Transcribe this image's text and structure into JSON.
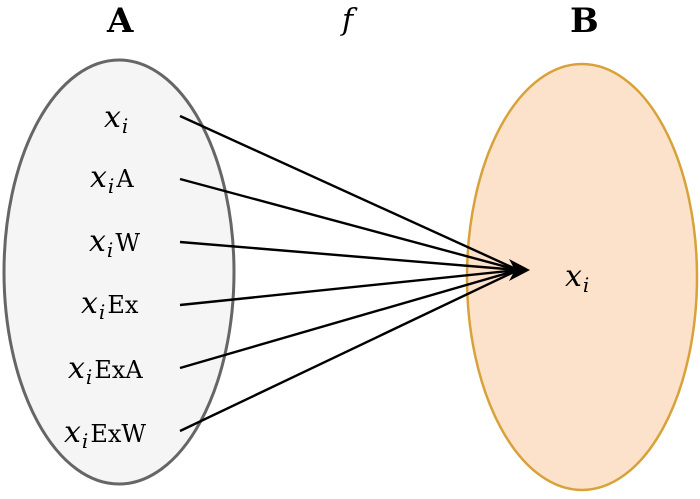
{
  "diagram": {
    "set_a": {
      "name": "A",
      "fill": "#f4f5f4",
      "stroke": "#666666",
      "elements": [
        {
          "var": "x",
          "sub": "i",
          "suffix": ""
        },
        {
          "var": "x",
          "sub": "i",
          "suffix": "A"
        },
        {
          "var": "x",
          "sub": "i",
          "suffix": "W"
        },
        {
          "var": "x",
          "sub": "i",
          "suffix": "Ex"
        },
        {
          "var": "x",
          "sub": "i",
          "suffix": "ExA"
        },
        {
          "var": "x",
          "sub": "i",
          "suffix": "ExW"
        }
      ]
    },
    "function_label": "f",
    "set_b": {
      "name": "B",
      "fill": "#fce2ca",
      "stroke": "#d8a23a",
      "element": {
        "var": "x",
        "sub": "i"
      }
    },
    "arrow_color": "#000000"
  }
}
